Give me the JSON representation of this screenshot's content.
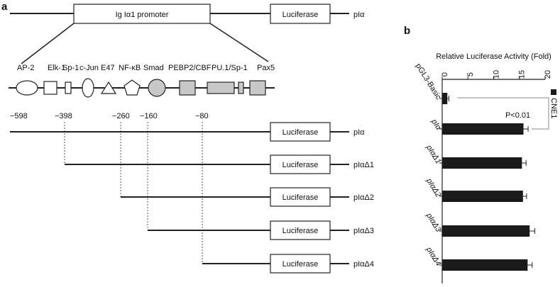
{
  "panel_a": {
    "label": "a",
    "top_construct": {
      "promoter_label": "Ig Iα1 promoter",
      "reporter_label": "Luciferase",
      "name": "pIα"
    },
    "transcription_factors": [
      "AP-2",
      "Elk-1",
      "Sp-1",
      "c-Jun",
      "E47",
      "NF-κB",
      "Smad",
      "PEBP2/CBF",
      "PU.1/Sp-1",
      "Pax5"
    ],
    "positions": [
      "−598",
      "−398",
      "−260",
      "−160",
      "−80"
    ],
    "constructs": [
      {
        "name": "pIα",
        "reporter": "Luciferase"
      },
      {
        "name": "pIαΔ1",
        "reporter": "Luciferase"
      },
      {
        "name": "pIαΔ2",
        "reporter": "Luciferase"
      },
      {
        "name": "pIαΔ3",
        "reporter": "Luciferase"
      },
      {
        "name": "pIαΔ4",
        "reporter": "Luciferase"
      }
    ]
  },
  "panel_b": {
    "label": "b",
    "annotation": "P<0.01",
    "chart_data": {
      "type": "bar",
      "orientation": "horizontal",
      "title": "Relative Luciferase Activity (Fold)",
      "categories": [
        "pGL3-Basic",
        "pIα",
        "pIαΔ1",
        "pIαΔ2",
        "pIαΔ3",
        "pIαΔ4"
      ],
      "series": [
        {
          "name": "CNE1",
          "values": [
            1.0,
            15.8,
            15.5,
            15.7,
            17.0,
            16.6
          ],
          "errors": [
            0.3,
            0.9,
            0.8,
            0.7,
            1.0,
            0.9
          ]
        }
      ],
      "ticks": [
        "0",
        "5",
        "10",
        "15",
        "20"
      ],
      "xlim": [
        0,
        20
      ],
      "axis_position": "top",
      "legend": "right",
      "colors": {
        "bar": "#1a1a1a"
      }
    }
  }
}
